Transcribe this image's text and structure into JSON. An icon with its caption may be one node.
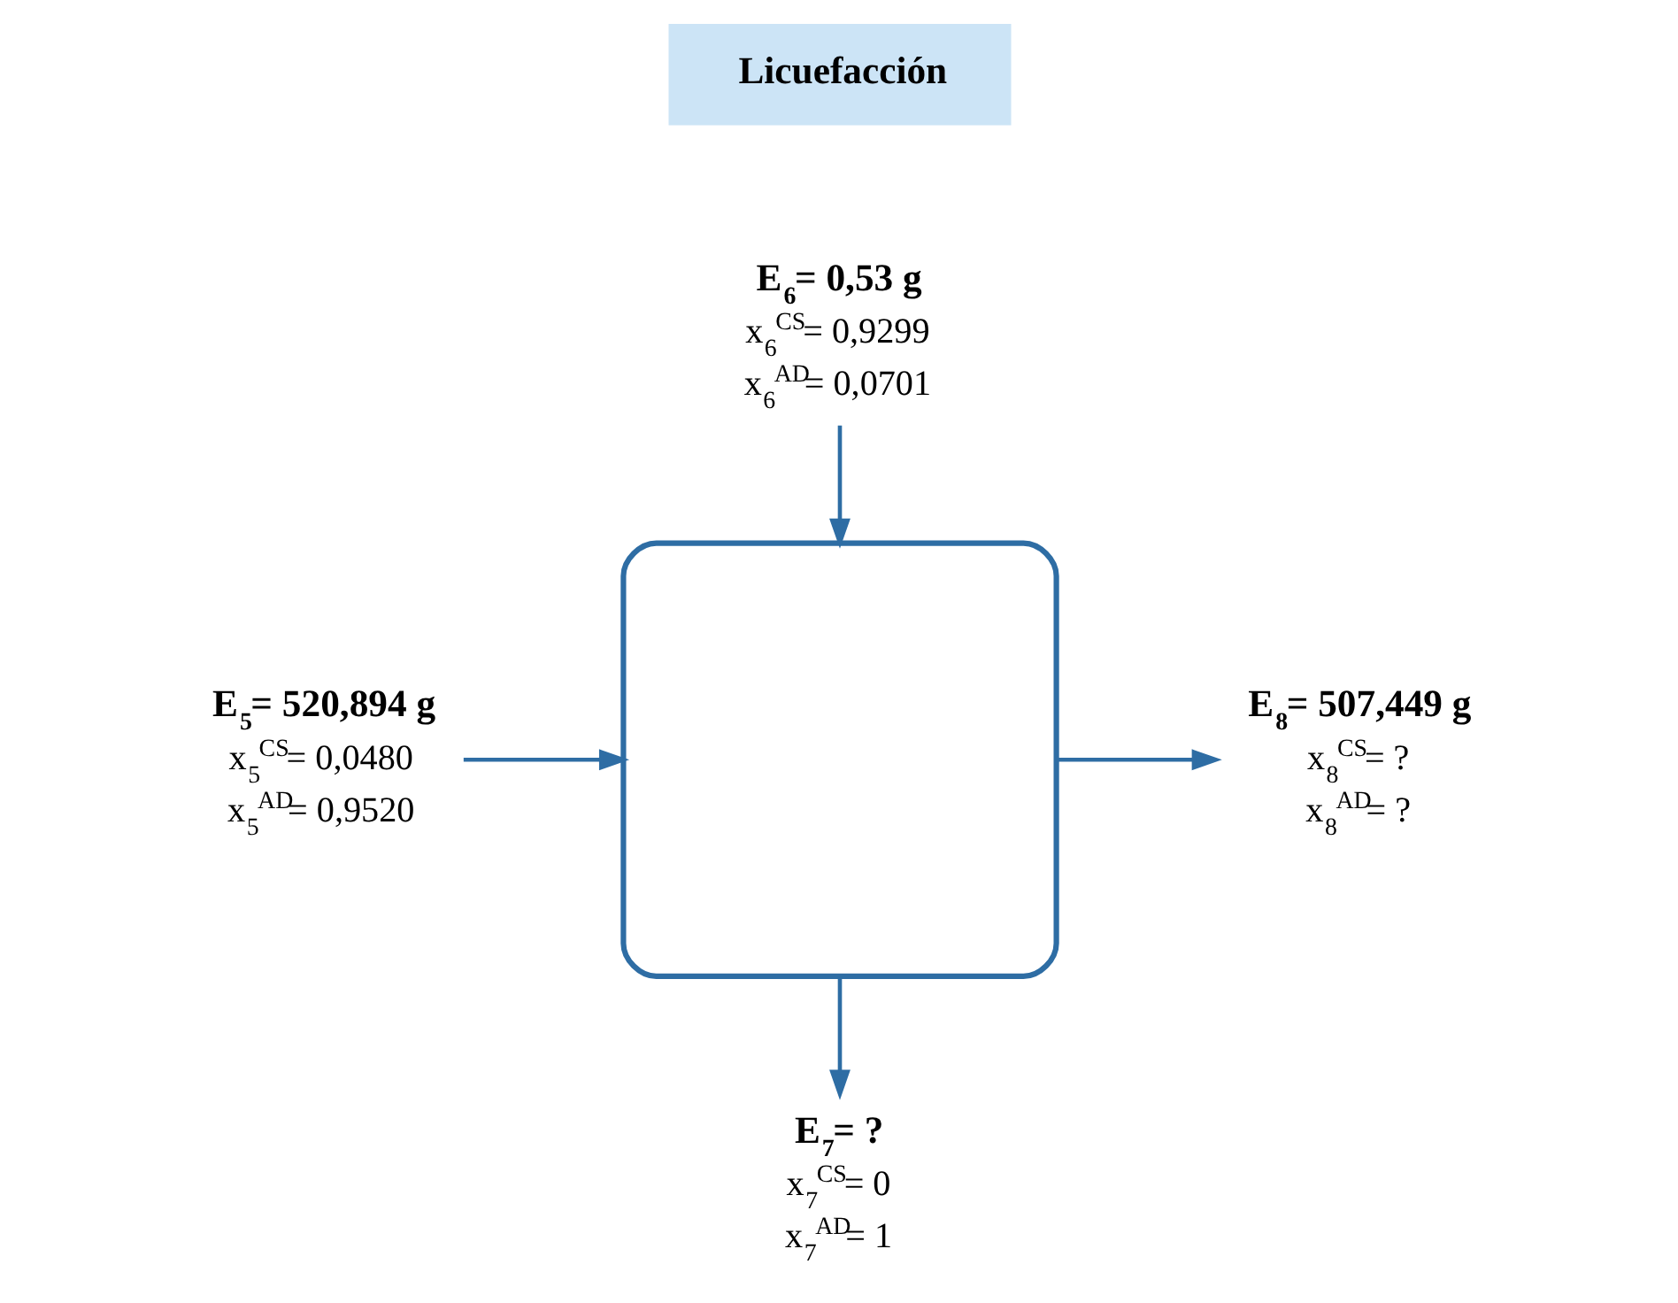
{
  "diagram": {
    "nodes": [
      {
        "text": [
          "Licuefacción"
        ]
      },
      {
        "text": [
          "E$_{6}$= 0,53 g"
        ],
        "beside": [
          "x$_{6}$$^{CS}$= 0,9299",
          "x$_{6}$$^{AD}$= 0,0701"
        ]
      },
      {
        "text": [
          "E$_{5}$= 520,894 g"
        ],
        "beside": [
          "x$_{5}$$^{CS}$= 0,0480",
          "x$_{5}$$^{AD}$= 0,9520"
        ]
      },
      {
        "text": [],
        "shape": "box"
      },
      {
        "text": [
          "E$_{8}$= 507,449 g"
        ],
        "beside": [
          "x$_{8}$$^{CS}$= ?",
          "x$_{8}$$^{AD}$= ?"
        ]
      },
      {
        "text": [
          "E$_{7}$= ?"
        ],
        "beside": [
          "x$_{7}$$^{CS}$= 0",
          "x$_{7}$$^{AD}$= 1"
        ]
      }
    ],
    "edges": [
      {
        "from": 1,
        "to": 3,
        "arrow": "to"
      },
      {
        "from": 2,
        "to": 3,
        "arrow": "to"
      },
      {
        "from": 3,
        "to": 4,
        "arrow": "to"
      },
      {
        "from": 3,
        "to": 5,
        "arrow": "to"
      }
    ]
  }
}
